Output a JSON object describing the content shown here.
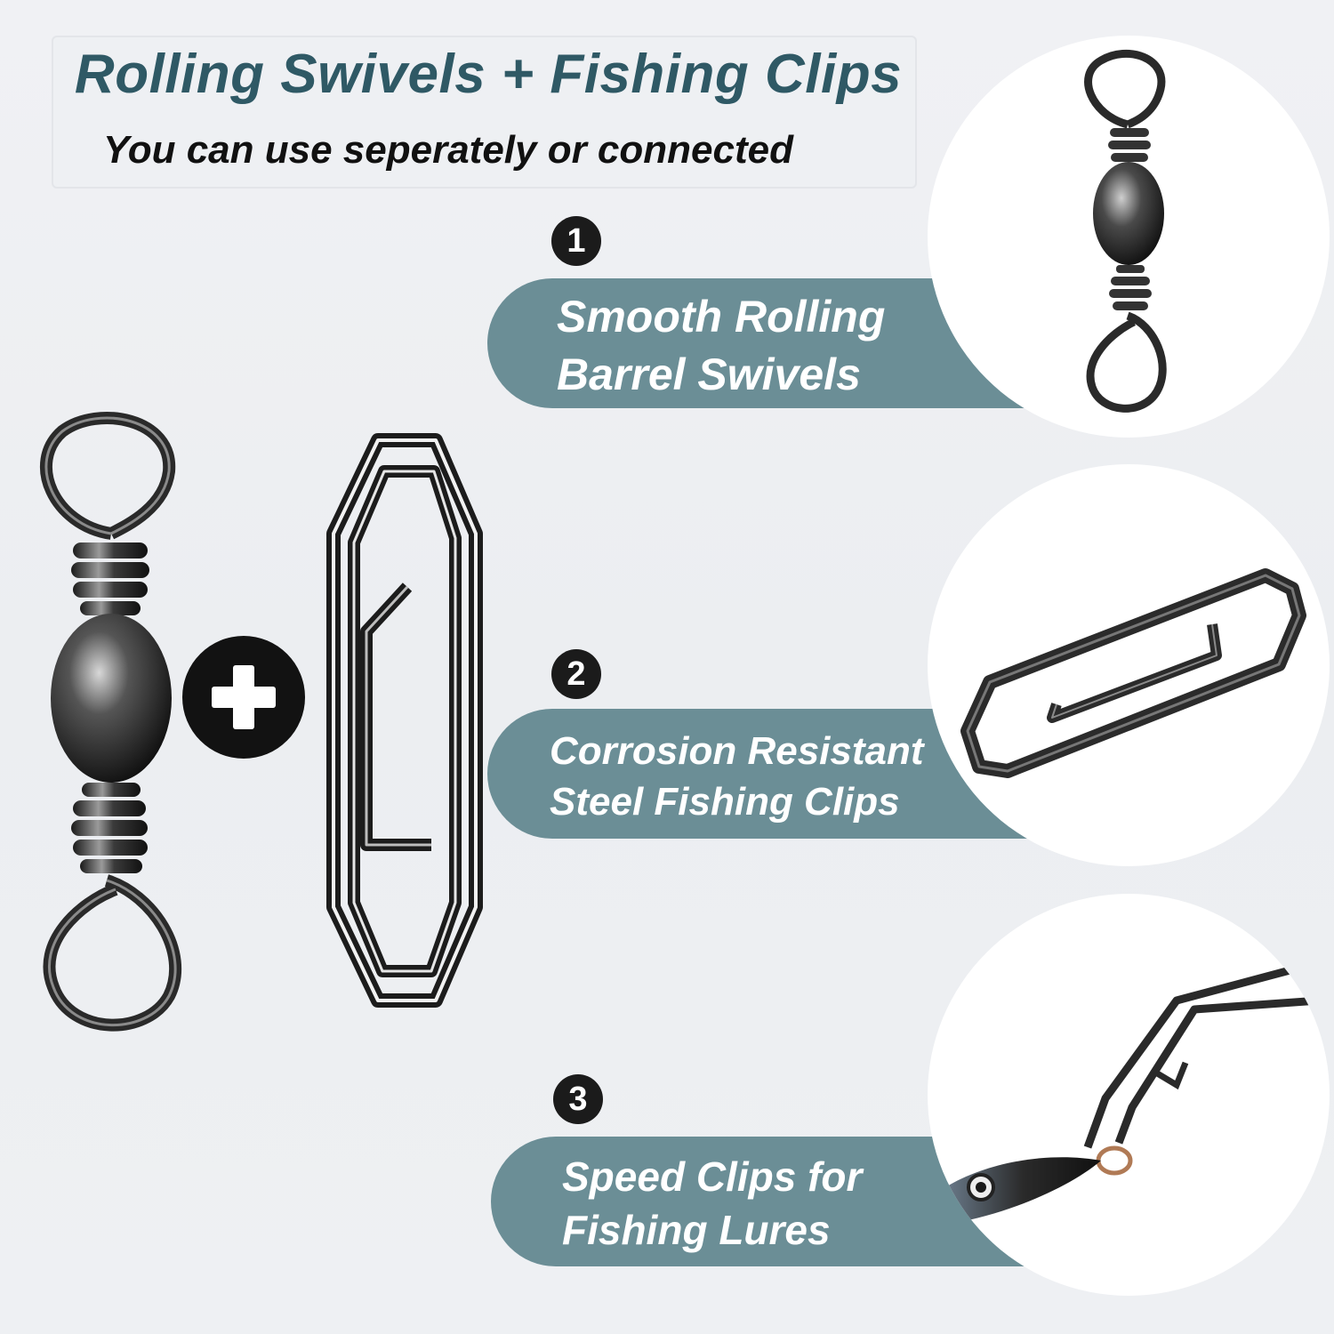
{
  "header": {
    "title": "Rolling Swivels + Fishing Clips",
    "subtitle": "You can use seperately or connected"
  },
  "features": [
    {
      "number": "1",
      "line1": "Smooth Rolling",
      "line2": "Barrel Swivels",
      "image": "barrel-swivel"
    },
    {
      "number": "2",
      "line1": "Corrosion Resistant",
      "line2": "Steel Fishing Clips",
      "image": "fishing-clip"
    },
    {
      "number": "3",
      "line1": "Speed Clips for",
      "line2": "Fishing Lures",
      "image": "clip-with-lure"
    }
  ],
  "combo": {
    "left": "barrel-swivel",
    "operator": "plus-icon",
    "right": "fishing-clip"
  },
  "colors": {
    "title": "#2f5965",
    "pill": "#6b8e96",
    "badge": "#1b1b1b",
    "background": "#eef0f3"
  }
}
